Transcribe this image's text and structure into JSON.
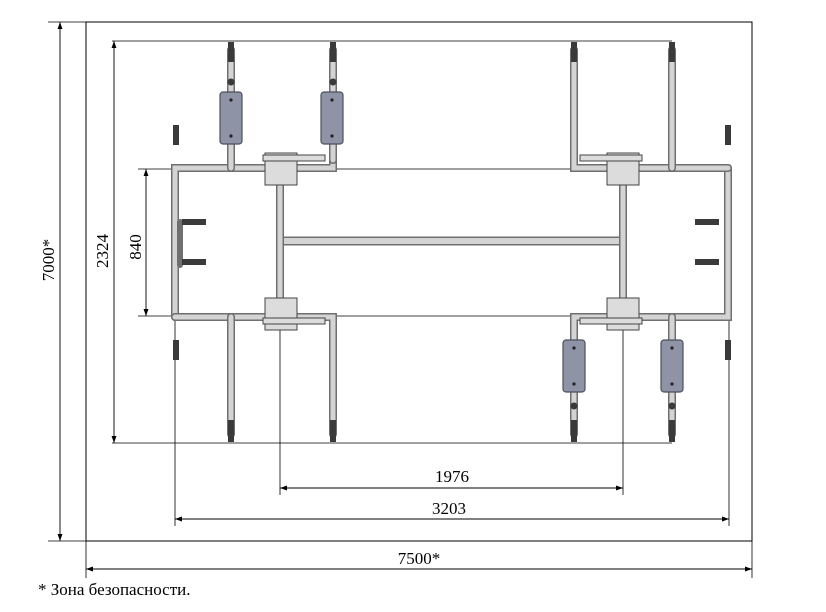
{
  "dimensions": {
    "width_7500": "7500*",
    "height_7000": "7000*",
    "depth_2324": "2324",
    "span_840": "840",
    "span_1976": "1976",
    "span_3203": "3203"
  },
  "footnote": "* Зона безопасности.",
  "colors": {
    "line": "#000000",
    "tube_fill": "#d4d4d4",
    "tube_edge": "#6f6f6f",
    "seat_fill": "#8f93a6",
    "seat_edge": "#4c4f5e",
    "grip": "#3a3a3a",
    "plate_fill": "#dcdcdc"
  }
}
